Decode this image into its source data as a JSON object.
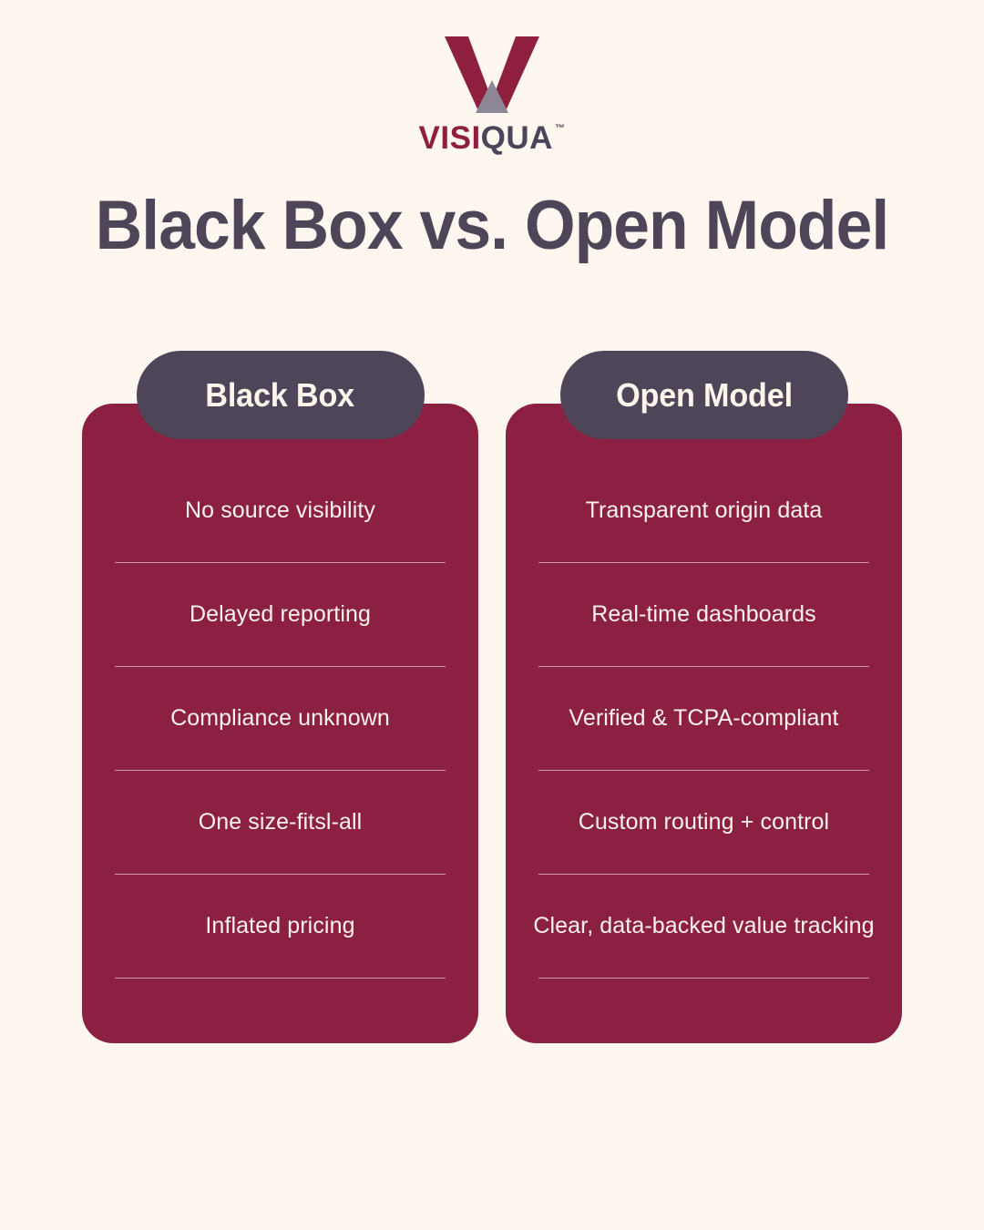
{
  "brand": {
    "logo_mark": "v-triangle-logo",
    "wordmark_part_1": "VISI",
    "wordmark_part_2": "QUA",
    "wordmark_tm": "™",
    "colors": {
      "background": "#FDF7F0",
      "maroon": "#8B2043",
      "slate": "#4E4559",
      "cream_text": "#FBF3EA",
      "logo_gray": "#8D8795"
    }
  },
  "headline": "Black Box vs. Open Model",
  "columns": [
    {
      "id": "black-box",
      "pill_label": "Black Box",
      "items": [
        "No source visibility",
        "Delayed reporting",
        "Compliance unknown",
        "One size-fitsl-all",
        "Inflated pricing"
      ]
    },
    {
      "id": "open-model",
      "pill_label": "Open Model",
      "items": [
        "Transparent origin data",
        "Real-time dashboards",
        "Verified & TCPA-compliant",
        "Custom routing + control",
        "Clear, data-backed value tracking"
      ]
    }
  ]
}
